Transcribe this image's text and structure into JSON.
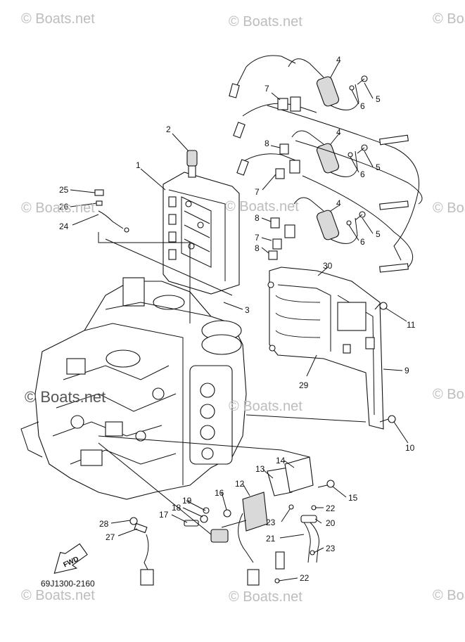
{
  "watermarks": {
    "top_left": "© Boats.net",
    "top_mid": "© Boats.net",
    "top_right": "© Boat",
    "mid_left": "© Boats.net",
    "mid_right": "© Boat",
    "mid_center": "© Boats.net",
    "big_left": "© Boats.net",
    "lower_right": "© Boat",
    "bot_left": "© Boats.net",
    "bot_mid": "© Boats.net",
    "bot_right": "© Boat",
    "mid_center2": "© Boats.net"
  },
  "diagram_code": "69J1300-2160",
  "fwd_label": "FWD",
  "callouts": {
    "n1": "1",
    "n2": "2",
    "n3": "3",
    "n4a": "4",
    "n4b": "4",
    "n4c": "4",
    "n5a": "5",
    "n5b": "5",
    "n5c": "5",
    "n6a": "6",
    "n6b": "6",
    "n6c": "6",
    "n7a": "7",
    "n7b": "7",
    "n7c": "7",
    "n8a": "8",
    "n8b": "8",
    "n8c": "8",
    "n9": "9",
    "n10": "10",
    "n11": "11",
    "n12": "12",
    "n13": "13",
    "n14": "14",
    "n15": "15",
    "n16": "16",
    "n17": "17",
    "n18": "18",
    "n19": "19",
    "n20": "20",
    "n21": "21",
    "n22a": "22",
    "n22b": "22",
    "n23a": "23",
    "n23b": "23",
    "n24": "24",
    "n25": "25",
    "n26": "26",
    "n27": "27",
    "n28": "28",
    "n29": "29",
    "n30": "30"
  }
}
